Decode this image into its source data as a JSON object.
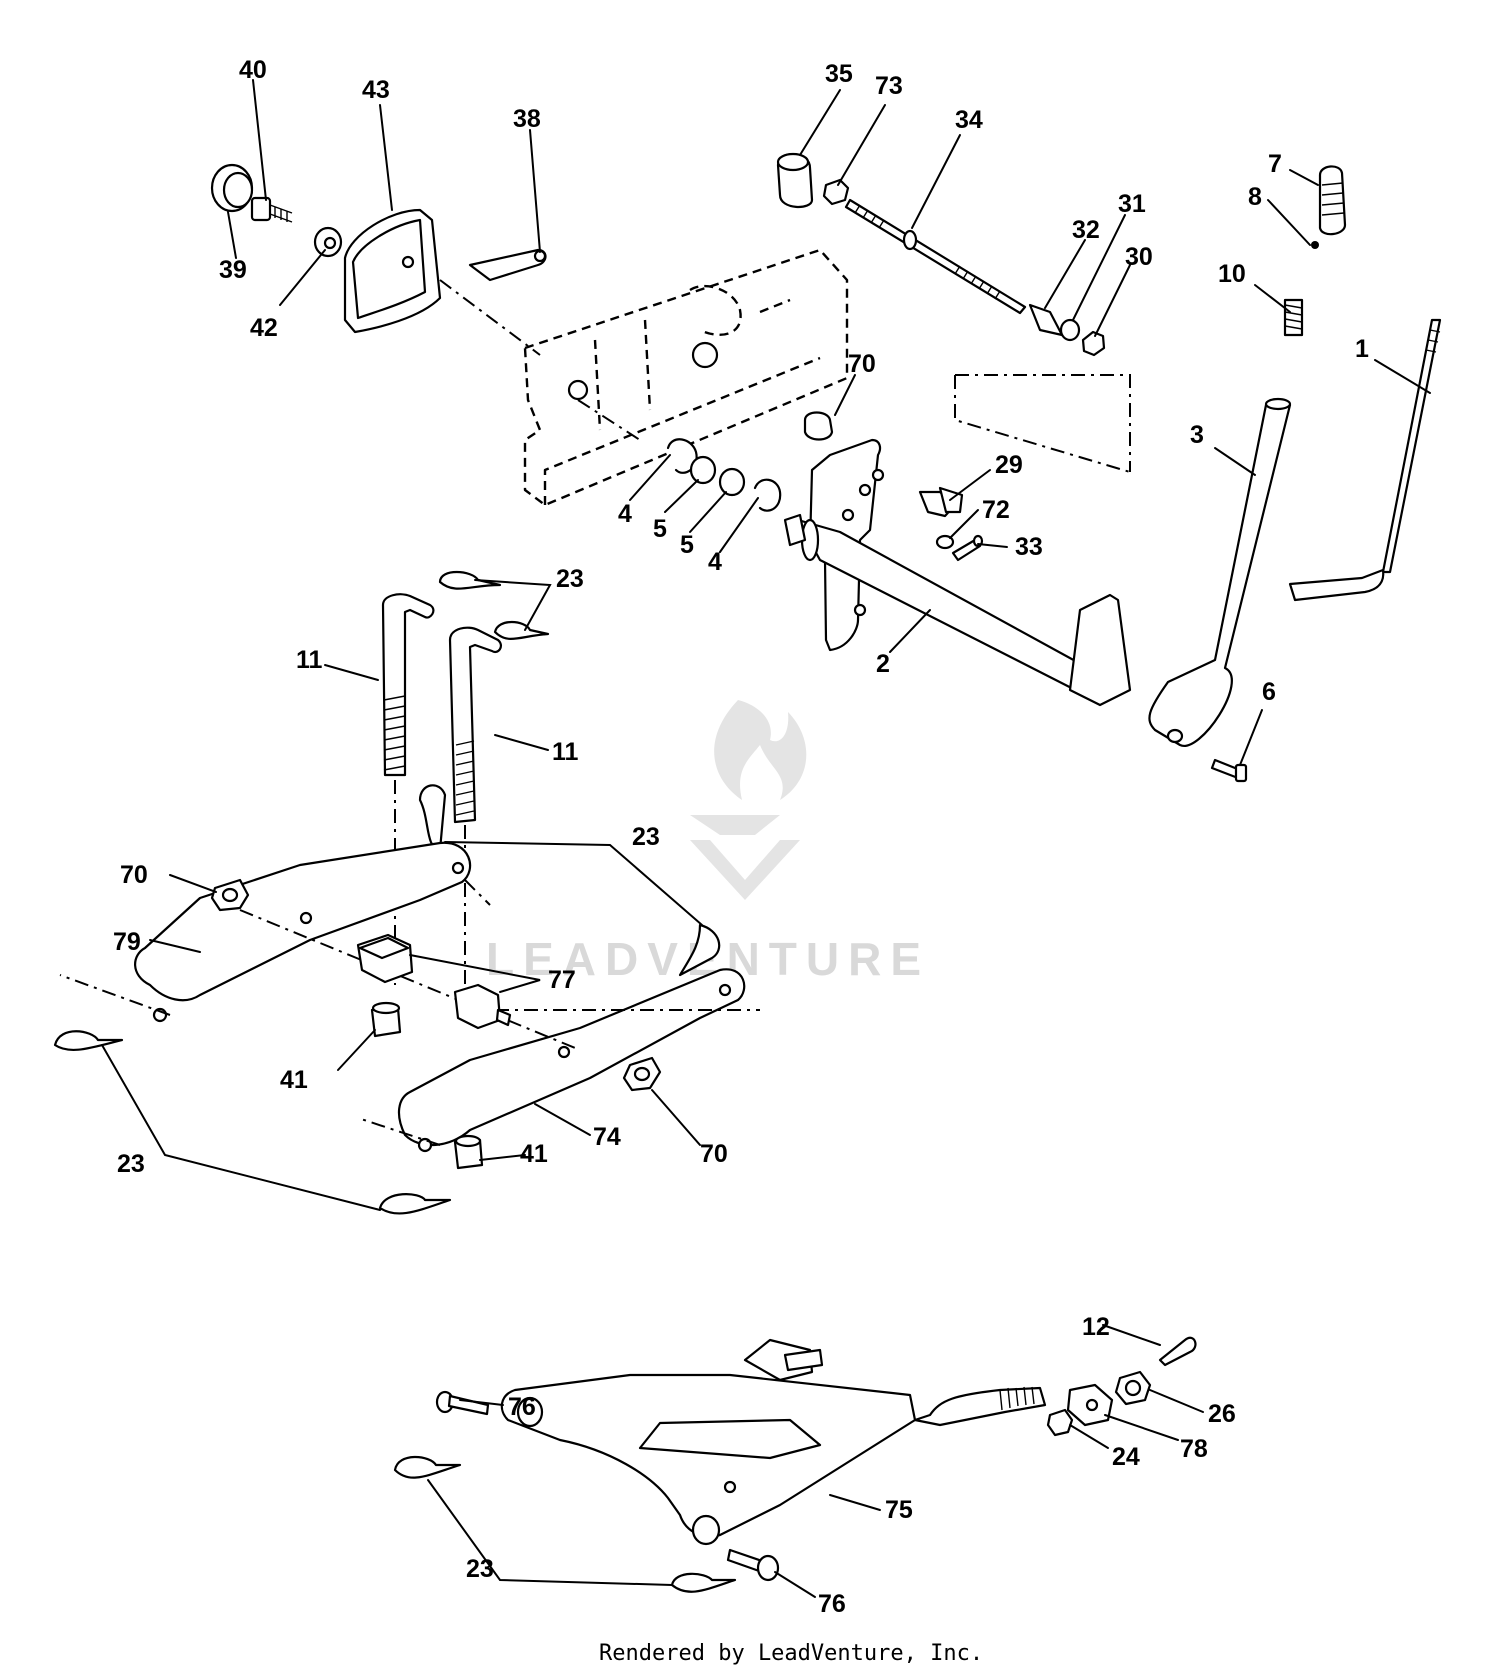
{
  "watermark": {
    "brand": "LEADVENTURE"
  },
  "footer": {
    "text": "Rendered by LeadVenture, Inc."
  },
  "callouts": {
    "c40": "40",
    "c43": "43",
    "c38": "38",
    "c39": "39",
    "c42": "42",
    "c35": "35",
    "c73": "73",
    "c34": "34",
    "c32": "32",
    "c31": "31",
    "c30": "30",
    "c7": "7",
    "c8": "8",
    "c10": "10",
    "c1": "1",
    "c3": "3",
    "c70a": "70",
    "c29": "29",
    "c72": "72",
    "c33": "33",
    "c4a": "4",
    "c5a": "5",
    "c5b": "5",
    "c4b": "4",
    "c23a": "23",
    "c11a": "11",
    "c11b": "11",
    "c2": "2",
    "c6": "6",
    "c23b": "23",
    "c70b": "70",
    "c79": "79",
    "c77": "77",
    "c41a": "41",
    "c74": "74",
    "c70c": "70",
    "c41b": "41",
    "c23c": "23",
    "c12": "12",
    "c76a": "76",
    "c26": "26",
    "c78": "78",
    "c24": "24",
    "c75": "75",
    "c23d": "23",
    "c76b": "76"
  }
}
